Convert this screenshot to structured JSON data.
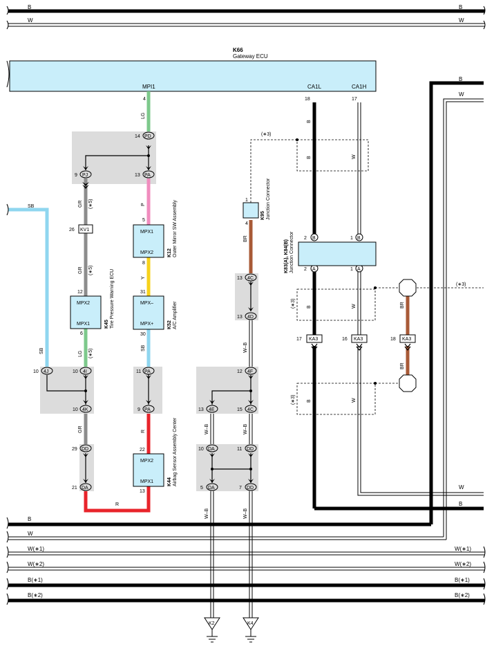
{
  "colors": {
    "ecu_fill": "#c9eefa",
    "box_gray": "#dcdcdc",
    "wire_B": "#000000",
    "wire_LG": "#7dc98b",
    "wire_GR": "#8c8c8c",
    "wire_SB": "#8fd6ef",
    "wire_P": "#f08cbe",
    "wire_Y": "#f7d21a",
    "wire_R": "#e8242b",
    "wire_BR": "#a85a37"
  },
  "top_bus": {
    "b": "B",
    "w": "W"
  },
  "gateway": {
    "code": "K66",
    "name": "Gateway ECU",
    "pin_mpi1": "MPI1",
    "pin_ca1l": "CA1L",
    "pin_ca1h": "CA1H",
    "pin4": "4",
    "pin18": "18",
    "pin17": "17"
  },
  "right_lines": {
    "b": "B",
    "w": "W"
  },
  "wires": {
    "lg": "LG",
    "gr": "GR",
    "p": "P",
    "y": "Y",
    "sb": "SB",
    "r": "R",
    "br": "BR",
    "wb": "W–B",
    "b": "B",
    "w": "W",
    "star5": "(∗5)",
    "star3": "(∗3)"
  },
  "connectors": {
    "pd": "PD",
    "pa": "PA",
    "pj": "PJ",
    "kv1": "KV1",
    "4j": "4J",
    "4i": "4I",
    "4k": "4K",
    "dd": "DD",
    "da": "DA",
    "4c": "4C",
    "4d": "4D",
    "4f": "4F",
    "4e": "4E",
    "ka3": "KA3",
    "a": "A",
    "bpin": "B"
  },
  "pins": {
    "p14": "14",
    "p13": "13",
    "p9": "9",
    "p26": "26",
    "p12": "12",
    "p6": "6",
    "p10": "10",
    "p29": "29",
    "p21": "21",
    "p5": "5",
    "p8": "8",
    "p31": "31",
    "p30": "30",
    "p11": "11",
    "p22": "22",
    "p1": "1",
    "p4": "4",
    "p2": "2",
    "p15": "15",
    "p7": "7",
    "p17": "17",
    "p16": "16",
    "p18": "18"
  },
  "components": {
    "k45": {
      "code": "K45",
      "name": "Tire Pressure Warning ECU",
      "pin_top": "MPX2",
      "pin_bottom": "MPX1"
    },
    "k12": {
      "code": "K12",
      "name": "Outer Mirror SW Assembly",
      "pin_top": "MPX1",
      "pin_bottom": "MPX2"
    },
    "k52": {
      "code": "K52",
      "name": "A/C Amplifier",
      "pin_top": "MPX–",
      "pin_bottom": "MPX+"
    },
    "k44": {
      "code": "K44",
      "name": "Airbag Sensor Assembly Center",
      "pin_top": "MPX2",
      "pin_bottom": "MPX1"
    },
    "k95": {
      "code": "K95",
      "name": "Junction Connector"
    },
    "k83": {
      "code": "K83(A), K84(B)",
      "name": "Junction Connector"
    }
  },
  "bottom_bus": [
    {
      "label": "B"
    },
    {
      "label": "W"
    },
    {
      "label": "W(∗1)"
    },
    {
      "label": "W(∗2)"
    },
    {
      "label": "B(∗1)"
    },
    {
      "label": "B(∗2)"
    }
  ],
  "grounds": {
    "k2": "K2",
    "k4": "K4"
  }
}
